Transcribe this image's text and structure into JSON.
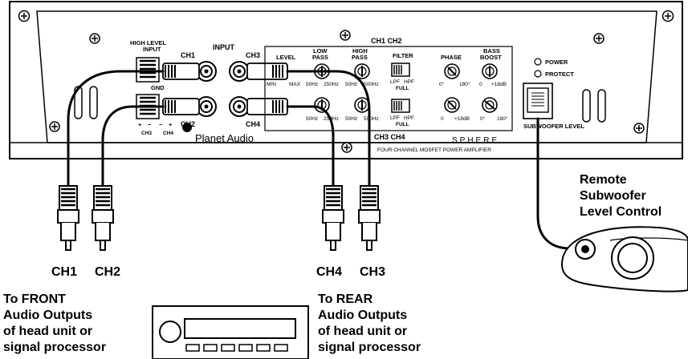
{
  "amp": {
    "labels": {
      "high_level_input": "HIGH LEVEL",
      "input_word": "INPUT",
      "gnd": "GND",
      "ch1": "CH1",
      "ch2": "CH2",
      "ch3": "CH3",
      "ch4": "CH4",
      "input": "INPUT",
      "level": "LEVEL",
      "low_pass": "LOW",
      "low_pass2": "PASS",
      "high_pass": "HIGH",
      "high_pass2": "PASS",
      "filter": "FILTER",
      "phase": "PHASE",
      "bass": "BASS",
      "boost": "BOOST",
      "ch1_ch2": "CH1  CH2",
      "ch3_ch4": "CH3  CH4",
      "full": "FULL",
      "lpf": "LPF",
      "hpf": "HPF",
      "min": "MIN",
      "max": "MAX",
      "hz50": "50Hz",
      "hz250": "250Hz",
      "hz500": "500Hz",
      "deg0": "0°",
      "deg180": "180°",
      "db0": "0",
      "db18": "+18dB",
      "plus": "+",
      "minus": "−",
      "power": "POWER",
      "protect": "PROTECT",
      "subwoofer_level": "SUBWOOFER  LEVEL",
      "brand": "Planet Audio",
      "model": "SPHERE",
      "description": "FOUR CHANNEL MOSFET POWER AMPLIFIER"
    }
  },
  "connectors": {
    "ch1": "CH1",
    "ch2": "CH2",
    "ch4": "CH4",
    "ch3": "CH3"
  },
  "remote": {
    "line1": "Remote",
    "line2": "Subwoofer",
    "line3": "Level Control"
  },
  "front_caption": {
    "line1": "To FRONT",
    "line2": "Audio Outputs",
    "line3": "of head unit or",
    "line4": "signal processor"
  },
  "rear_caption": {
    "line1": "To REAR",
    "line2": "Audio Outputs",
    "line3": "of head unit or",
    "line4": "signal processor"
  }
}
